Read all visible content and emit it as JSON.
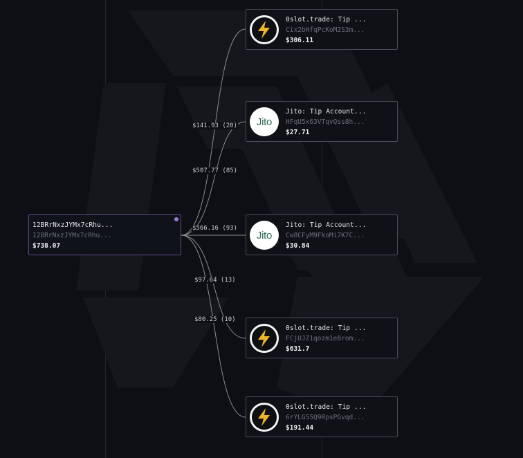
{
  "source": {
    "name": "12BRrNxzJYMx7cRhu...",
    "address": "12BRrNxzJYMx7cRhu...",
    "amount": "$738.07"
  },
  "targets": [
    {
      "icon": "lightning-bolt-icon",
      "name": "0slot.trade: Tip ...",
      "address": "Cix2bHfqPcKoM2S3m...",
      "amount": "$306.11"
    },
    {
      "icon": "jito-logo",
      "logo_text": "Jito",
      "name": "Jito: Tip Account...",
      "address": "HFqU5x63VTqvQss8h...",
      "amount": "$27.71"
    },
    {
      "icon": "jito-logo",
      "logo_text": "Jito",
      "name": "Jito: Tip Account...",
      "address": "Cw8CFyM9FkoMi7K7C...",
      "amount": "$30.84"
    },
    {
      "icon": "lightning-bolt-icon",
      "name": "0slot.trade: Tip ...",
      "address": "FCjUJZ1qozm1e8rom...",
      "amount": "$631.7"
    },
    {
      "icon": "lightning-bolt-icon",
      "name": "0slot.trade: Tip ...",
      "address": "6rYLG55Q9RpsPGvqd...",
      "amount": "$191.44"
    }
  ],
  "edges": [
    {
      "label": "$141.93 (20)"
    },
    {
      "label": "$507.77 (85)"
    },
    {
      "label": "$566.16 (93)"
    },
    {
      "label": "$97.64 (13)"
    },
    {
      "label": "$80.25 (10)"
    }
  ],
  "colors": {
    "background": "#0d0f14",
    "card_border": "#4a4d55",
    "source_border": "#5f4a8f",
    "accent_dot": "#9b7ad8",
    "bolt_yellow": "#f0b429",
    "jito_green": "#2f6b57"
  }
}
